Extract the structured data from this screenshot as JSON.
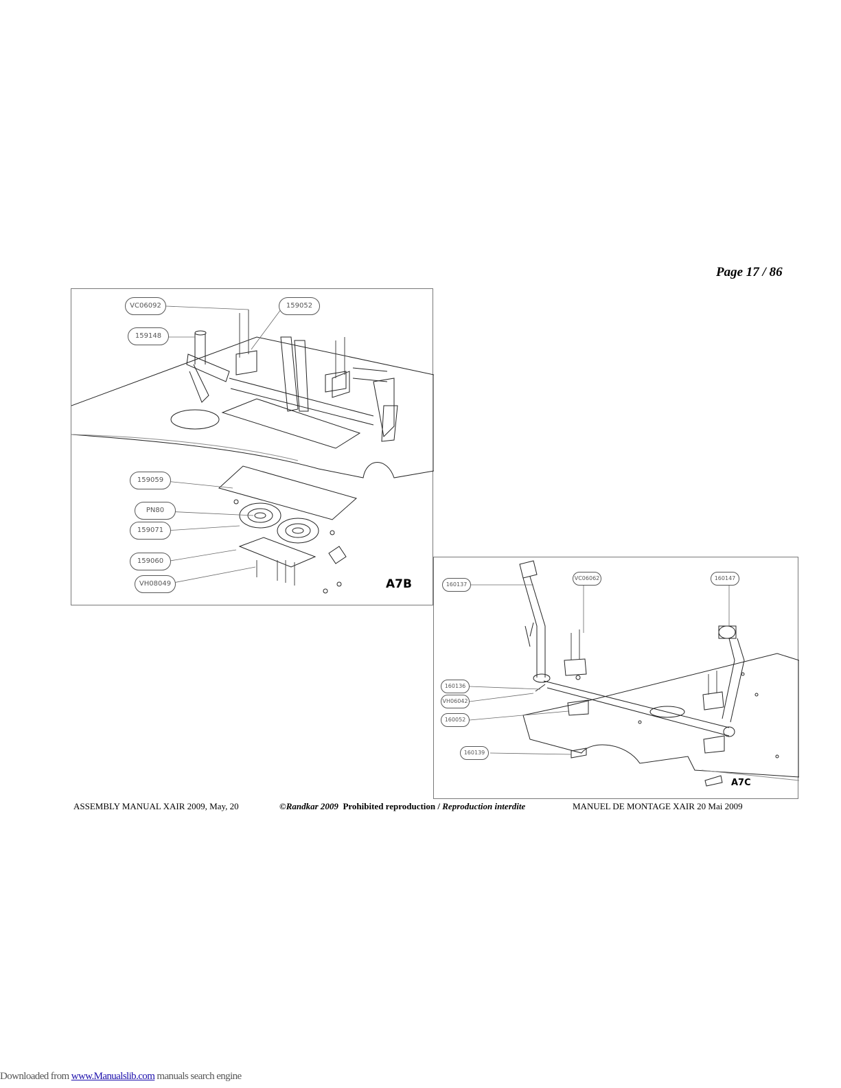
{
  "page": {
    "number": "Page 17 / 86"
  },
  "figure_a7b": {
    "id": "A7B",
    "callouts": [
      "VC06092",
      "159052",
      "159148",
      "159059",
      "PN80",
      "159071",
      "159060",
      "VH08049"
    ]
  },
  "figure_a7c": {
    "id": "A7C",
    "callouts": [
      "160137",
      "VC06062",
      "160147",
      "160136",
      "VH06042",
      "160052",
      "160139"
    ]
  },
  "footer": {
    "left": "ASSEMBLY MANUAL XAIR 2009, May, 20",
    "copyright_symbol": "©",
    "copyright_brand": "Randkar 2009",
    "prohibited_en": "Prohibited reproduction /",
    "prohibited_fr": "Reproduction interdite",
    "right": "MANUEL DE MONTAGE  XAIR  20 Mai 2009"
  },
  "download": {
    "prefix": "Downloaded from",
    "link": "www.Manualslib.com",
    "suffix": " manuals search engine"
  }
}
